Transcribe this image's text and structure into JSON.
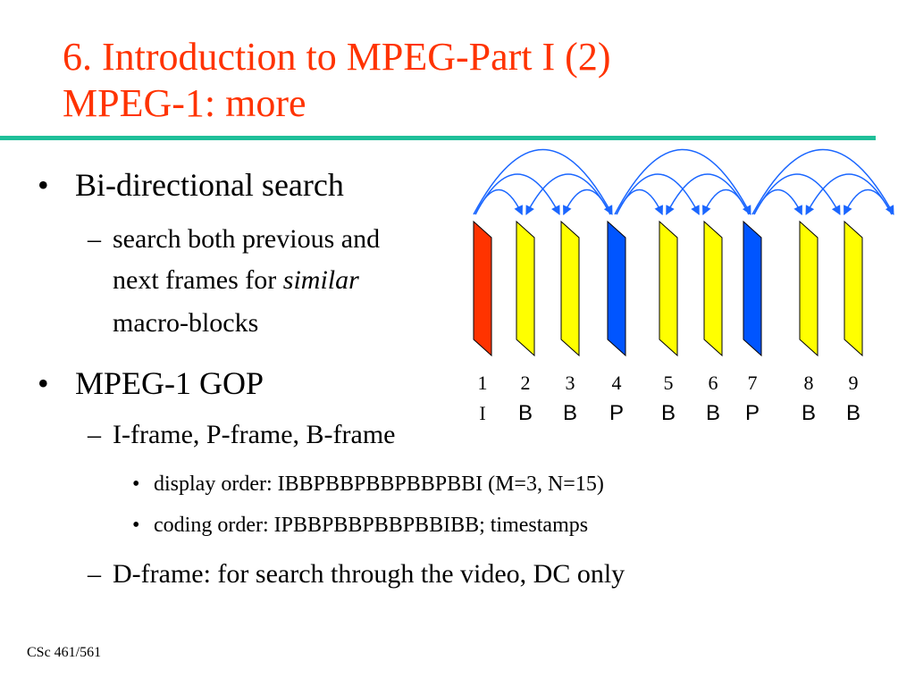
{
  "slide": {
    "title_line1": "6. Introduction to MPEG-Part I (2)",
    "title_line2": "MPEG-1: more",
    "bullets": {
      "b1": "Bi-directional search",
      "b1_sub1_pre": "search both previous and",
      "b1_sub1_line2_pre": "next frames for ",
      "b1_sub1_italic": "similar",
      "b1_sub1_line3": "macro-blocks",
      "b2": "MPEG-1 GOP",
      "b2_sub1": "I-frame, P-frame, B-frame",
      "b2_sub1_a": "display order: IBBPBBPBBPBBPBBI (M=3, N=15)",
      "b2_sub1_b": "coding order:  IPBBPBBPBBPBBIBB; timestamps",
      "b2_sub2": "D-frame: for search through the video, DC only"
    },
    "markers": {
      "bullet": "•",
      "dash": "–"
    },
    "footer": "CSc 461/561"
  },
  "frames": [
    {
      "num": "1",
      "type": "I",
      "color": "#ff3300"
    },
    {
      "num": "2",
      "type": "B",
      "color": "#ffff00"
    },
    {
      "num": "3",
      "type": "B",
      "color": "#ffff00"
    },
    {
      "num": "4",
      "type": "P",
      "color": "#0055ff"
    },
    {
      "num": "5",
      "type": "B",
      "color": "#ffff00"
    },
    {
      "num": "6",
      "type": "B",
      "color": "#ffff00"
    },
    {
      "num": "7",
      "type": "P",
      "color": "#0055ff"
    },
    {
      "num": "8",
      "type": "B",
      "color": "#ffff00"
    },
    {
      "num": "9",
      "type": "B",
      "color": "#ffff00"
    }
  ],
  "colors": {
    "title": "#ff3300",
    "rule": "#1fbf99",
    "arrow": "#1a66ff"
  }
}
